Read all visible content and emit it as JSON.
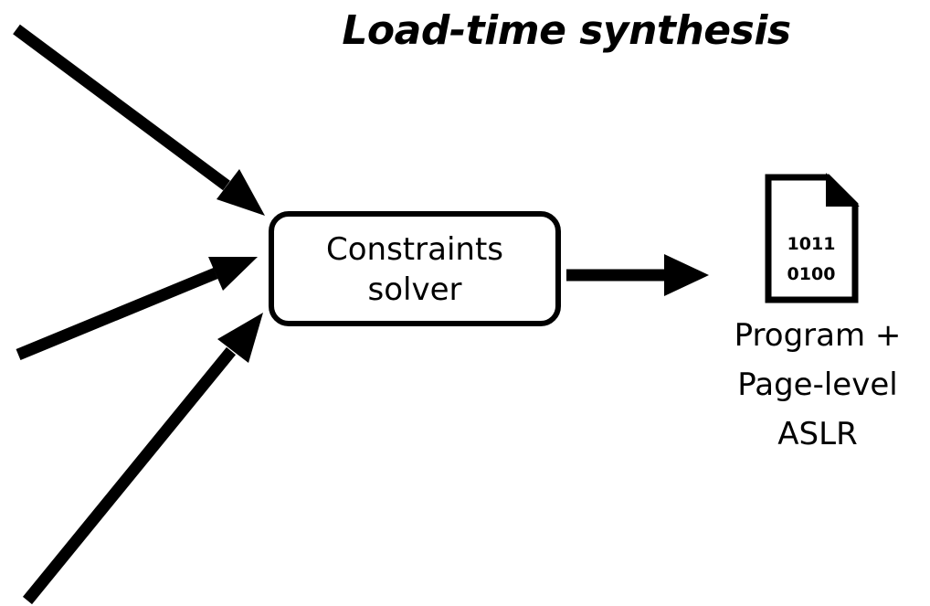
{
  "title": "Load-time synthesis",
  "solver": {
    "line1": "Constraints",
    "line2": "solver"
  },
  "output": {
    "file_icon": "binary-file-icon",
    "binary_line1": "1011",
    "binary_line2": "0100",
    "label_line1": "Program +",
    "label_line2": "Page-level",
    "label_line3": "ASLR"
  },
  "colors": {
    "stroke": "#000000",
    "background": "#ffffff"
  }
}
